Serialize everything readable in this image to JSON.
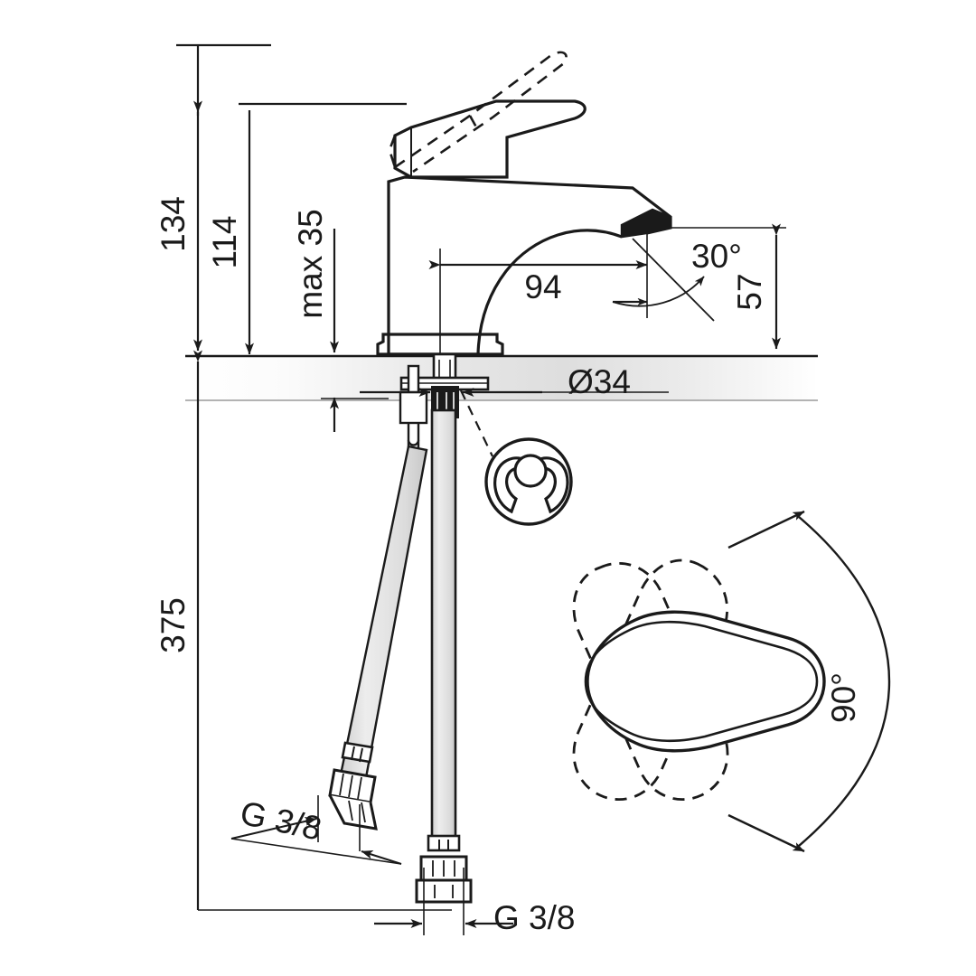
{
  "drawing": {
    "type": "technical-dimension-drawing",
    "subject": "single-lever basin mixer tap",
    "background_color": "#ffffff",
    "line_color": "#1a1a1a",
    "hose_fill": "#e2e2e2",
    "counter_band_color": "#e9e9e9"
  },
  "dimensions": {
    "total_height": "134",
    "spout_height": "114",
    "counter_thickness": "max 35",
    "spout_reach": "94",
    "outlet_height": "57",
    "outlet_angle": "30°",
    "mounting_hole_diameter": "Ø34",
    "hose_length": "375",
    "hose_thread_left": "G 3/8",
    "hose_thread_bottom": "G 3/8",
    "swivel_angle": "90°"
  },
  "labels": {
    "h134": "134",
    "h114": "114",
    "max35": "max 35",
    "reach94": "94",
    "h57": "57",
    "angle30": "30°",
    "dia34": "Ø34",
    "len375": "375",
    "thread_a": "G 3/8",
    "thread_b": "G 3/8",
    "angle90": "90°"
  },
  "views": {
    "main": "side elevation of mixer tap mounted on counter with supply hoses",
    "detail_clip": "horseshoe mounting clip detail",
    "top_view": "top view showing 90 degree lever swivel range"
  }
}
